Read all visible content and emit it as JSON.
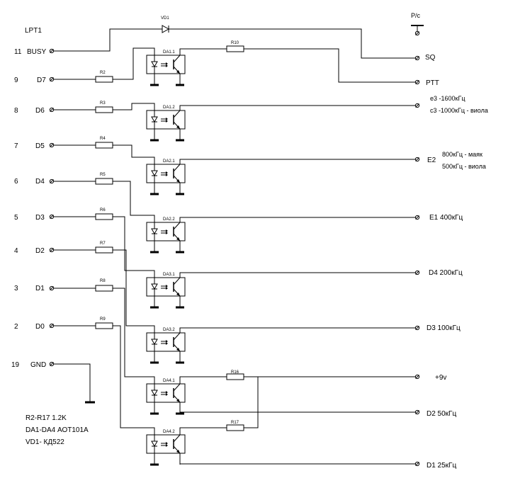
{
  "connector_label": "LPT1",
  "pins": [
    {
      "num": "11",
      "name": "BUSY"
    },
    {
      "num": "9",
      "name": "D7"
    },
    {
      "num": "8",
      "name": "D6"
    },
    {
      "num": "7",
      "name": "D5"
    },
    {
      "num": "6",
      "name": "D4"
    },
    {
      "num": "5",
      "name": "D3"
    },
    {
      "num": "4",
      "name": "D2"
    },
    {
      "num": "3",
      "name": "D1"
    },
    {
      "num": "2",
      "name": "D0"
    },
    {
      "num": "19",
      "name": "GND"
    }
  ],
  "resistors": [
    "R2",
    "R3",
    "R4",
    "R5",
    "R6",
    "R7",
    "R8",
    "R9",
    "R10",
    "R16",
    "R17"
  ],
  "optocouplers": [
    "DA1.1",
    "DA1.2",
    "DA2.1",
    "DA2.2",
    "DA3.1",
    "DA3.2",
    "DA4.1",
    "DA4.2"
  ],
  "diode_label": "VD1",
  "radio_label": "Р/с",
  "outputs": [
    {
      "label": "SQ"
    },
    {
      "label": "PTT"
    },
    {
      "line1": "е3 -1600кГц",
      "line2": "с3 -1000кГц - виола"
    },
    {
      "label": "E2",
      "line1": "800кГц - маяк",
      "line2": "500кГц - виола"
    },
    {
      "label": "E1 400кГц"
    },
    {
      "label": "D4   200кГц"
    },
    {
      "label": "D3     100кГц"
    },
    {
      "label": "+9v"
    },
    {
      "label": "D2   50кГц"
    },
    {
      "label": "D1   25кГц"
    }
  ],
  "notes": [
    "R2-R17  1.2K",
    "DA1-DA4  АОТ101А",
    "VD1- КД522"
  ]
}
